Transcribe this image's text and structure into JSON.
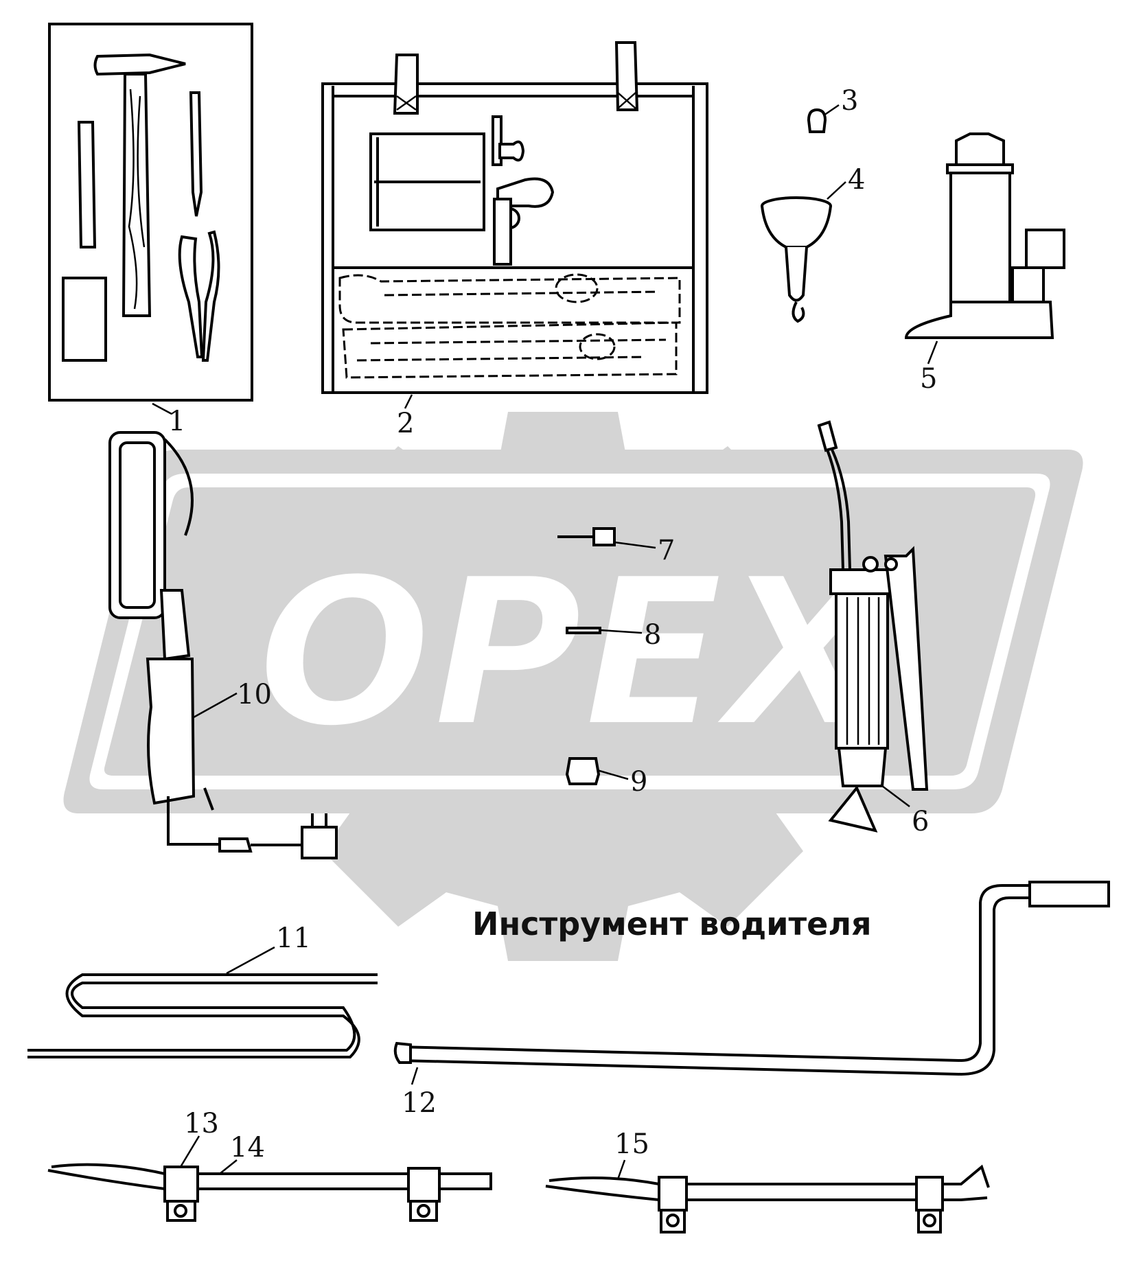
{
  "watermark": {
    "text": "OPEX"
  },
  "caption": "Инструмент водителя",
  "callouts": [
    "1",
    "2",
    "3",
    "4",
    "5",
    "6",
    "7",
    "8",
    "9",
    "10",
    "11",
    "12",
    "13",
    "14",
    "15"
  ],
  "icons": [
    "gear-watermark-icon",
    "hammer-icon",
    "chisel-icon",
    "punch-icon",
    "pliers-icon",
    "tool-bag-icon",
    "light-bulb-icon",
    "funnel-icon",
    "hydraulic-jack-icon",
    "grease-gun-icon",
    "work-lamp-icon",
    "plug-icon",
    "crank-handle-icon",
    "wheel-key-icon",
    "tire-lever-icon"
  ],
  "colors": {
    "ink": "#000000",
    "watermark": "#d4d4d4",
    "background": "#ffffff"
  }
}
